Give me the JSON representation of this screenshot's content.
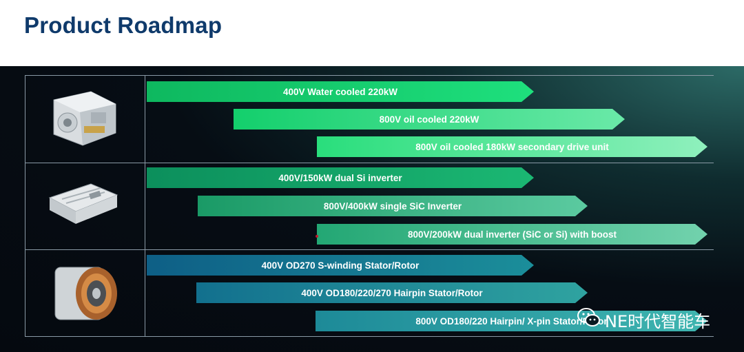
{
  "page": {
    "title": "Product Roadmap"
  },
  "rows": [
    {
      "product": "e-drive-unit-icon",
      "items": [
        "400V Water cooled 220kW",
        "800V oil cooled 220kW",
        "800V oil cooled 180kW secondary drive unit"
      ]
    },
    {
      "product": "inverter-icon",
      "items": [
        "400V/150kW dual Si inverter",
        "800V/400kW single SiC Inverter",
        "800V/200kW dual inverter (SiC or Si) with boost"
      ]
    },
    {
      "product": "stator-rotor-icon",
      "items": [
        "400V OD270 S-winding  Stator/Rotor",
        "400V OD180/220/270 Hairpin  Stator/Rotor",
        "800V OD180/220 Hairpin/ X-pin  Stator/Rotor"
      ]
    }
  ],
  "watermark": {
    "text": "NE时代智能车",
    "icon": "wechat-icon"
  },
  "colors": {
    "title": "#0f3a6b",
    "green": "#1ee07d",
    "teal": "#1bb873",
    "blue": "#1b8e9a"
  }
}
